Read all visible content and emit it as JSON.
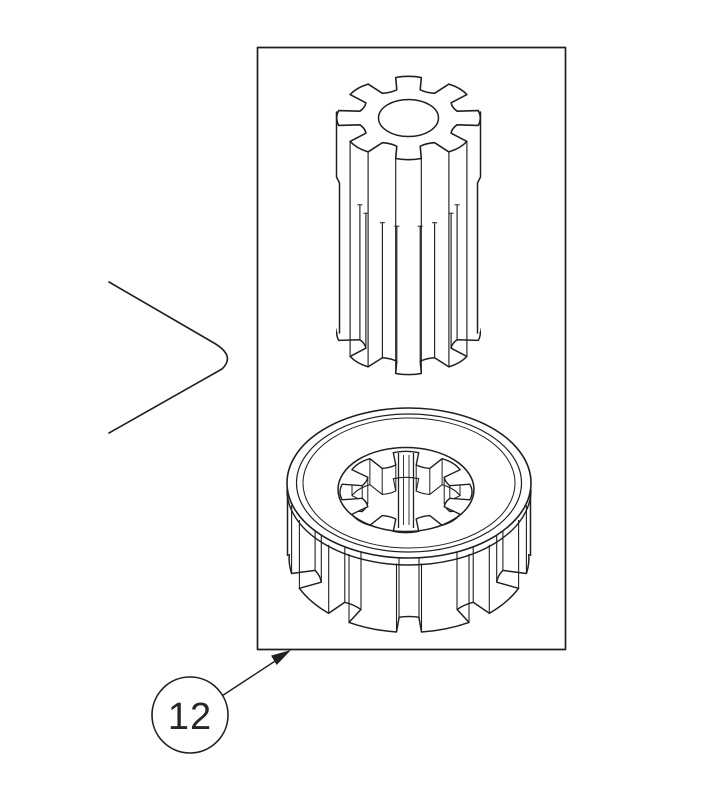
{
  "callout": {
    "number": "12"
  },
  "colors": {
    "line": "#1f1f1f",
    "background": "#ffffff",
    "text": "#262626"
  },
  "icons": {
    "chevron_right_icon": "angle-bracket-shape",
    "leader_arrowhead_icon": "filled-triangle"
  }
}
